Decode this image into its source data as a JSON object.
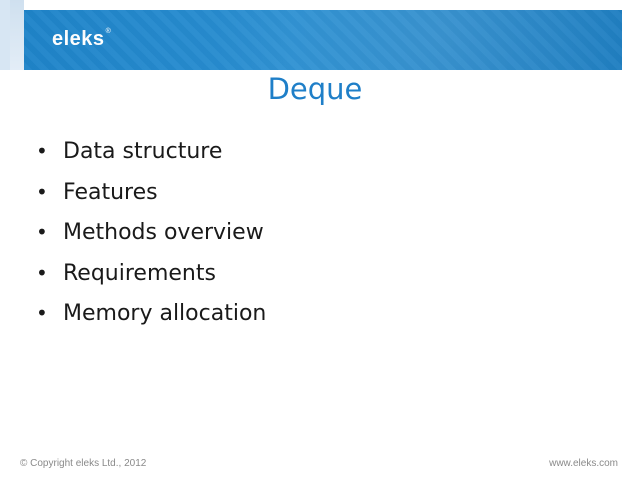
{
  "header": {
    "logo_text": "eleks",
    "logo_mark": "®",
    "accent_color": "#1f84c9"
  },
  "slide": {
    "title": "Deque",
    "bullets": [
      "Data structure",
      "Features",
      "Methods overview",
      "Requirements",
      "Memory allocation"
    ],
    "bullet_symbol": "•",
    "title_color": "#1f7fc8"
  },
  "footer": {
    "copyright": "© Copyright eleks Ltd., 2012",
    "website": "www.eleks.com"
  }
}
